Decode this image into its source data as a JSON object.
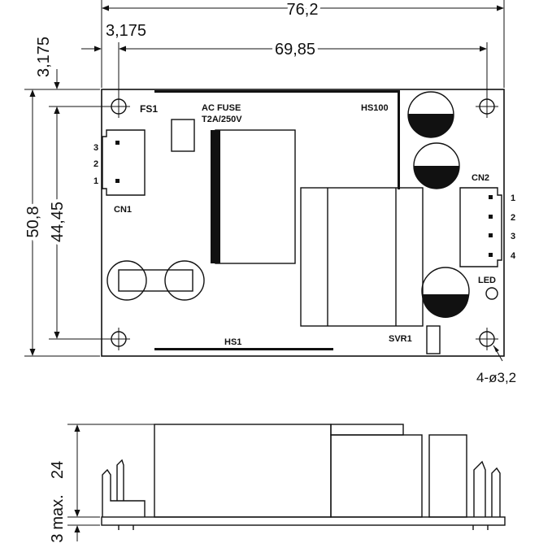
{
  "dimensions": {
    "overall_width": "76,2",
    "hole_offset_x": "3,175",
    "hole_spacing_x": "69,85",
    "hole_offset_y": "3,175",
    "overall_height": "50,8",
    "hole_spacing_y": "44,45",
    "hole_spec": "4-ø3,2",
    "side_height": "24",
    "side_max_prefix": "max.",
    "side_standoff": "3"
  },
  "labels": {
    "fs1": "FS1",
    "ac_fuse": "AC FUSE",
    "fuse_rating": "T2A/250V",
    "hs100": "HS100",
    "cn1": "CN1",
    "cn1_pins": [
      "3",
      "2",
      "1"
    ],
    "cn2": "CN2",
    "cn2_pins": [
      "1",
      "2",
      "3",
      "4"
    ],
    "led": "LED",
    "hs1": "HS1",
    "svr1": "SVR1"
  }
}
